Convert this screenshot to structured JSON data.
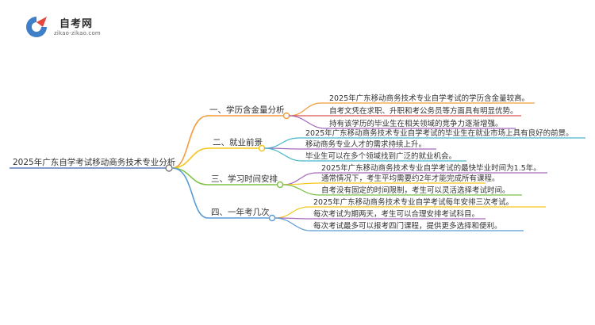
{
  "logo": {
    "title": "自考网",
    "subtitle": "zikao-zikao.com"
  },
  "mindmap": {
    "root": "2025年广东自学考试移动商务技术专业分析",
    "branches": [
      {
        "label": "一、学历含金量分析",
        "color": "#f39c3c",
        "items": [
          "2025年广东移动商务技术专业自学考试的学历含金量较高。",
          "自考文凭在求职、升职和考公务员等方面具有明显优势。",
          "持有该学历的毕业生在相关领域的竞争力逐渐增强。"
        ]
      },
      {
        "label": "二、就业前景",
        "color": "#f5c51c",
        "items": [
          "2025年广东移动商务技术专业自学考试的毕业生在就业市场上具有良好的前景。",
          "移动商务专业人才的需求持续上升。",
          "毕业生可以在多个领域找到广泛的就业机会。"
        ]
      },
      {
        "label": "三、学习时间安排",
        "color": "#7cc243",
        "items": [
          "2025年广东移动商务技术专业自学考试的最快毕业时间为1.5年。",
          "通常情况下，考生平均需要约2年才能完成所有课程。",
          "自考没有固定的时间限制，考生可以灵活选择考试时间。"
        ]
      },
      {
        "label": "四、一年考几次",
        "color": "#5b9bd5",
        "items": [
          "2025年广东移动商务技术专业自学考试每年安排三次考试。",
          "每次考试为期两天，考生可以合理安排考试科目。",
          "每次考试最多可以报考四门课程，提供更多选择和便利。"
        ]
      }
    ]
  }
}
